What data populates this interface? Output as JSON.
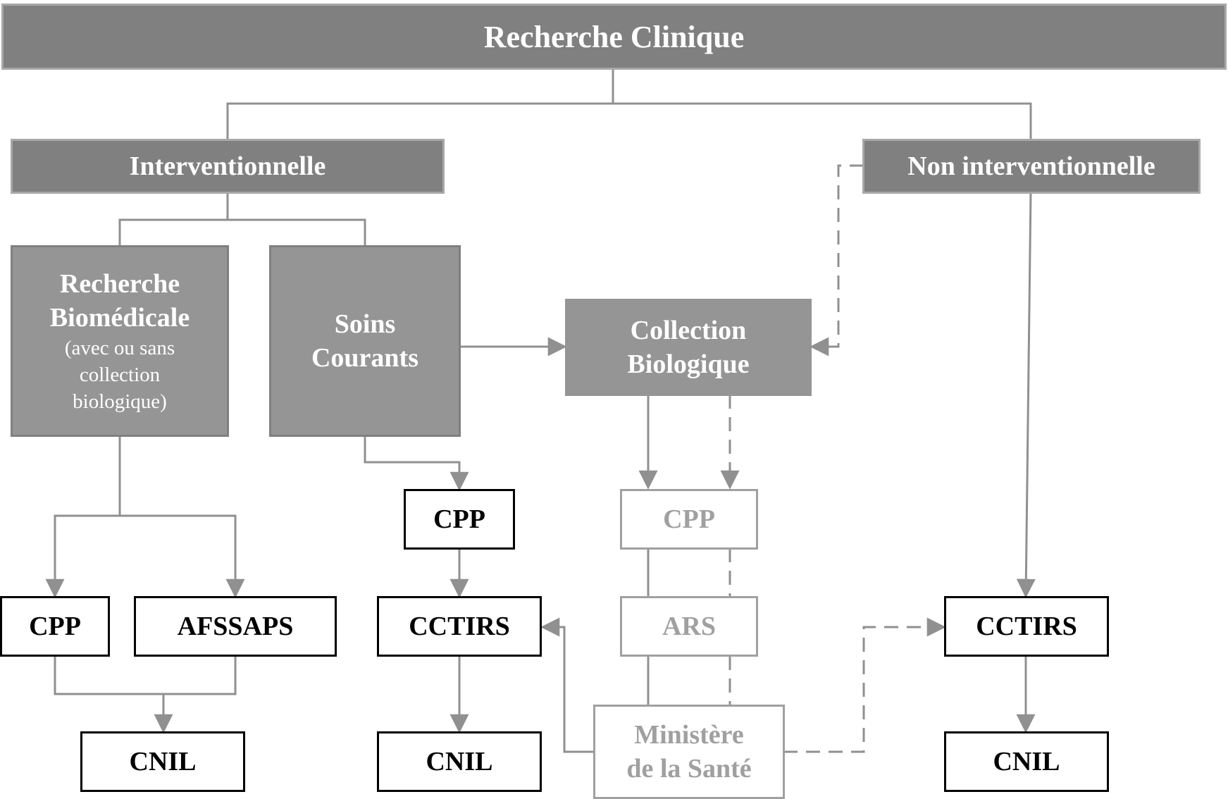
{
  "title": "Recherche Clinique",
  "branches": {
    "interventionnelle": "Interventionnelle",
    "non_interventionnelle": "Non interventionnelle"
  },
  "categories": {
    "recherche_biomedicale": {
      "line1": "Recherche",
      "line2": "Biomédicale",
      "note1": "(avec ou sans",
      "note2": "collection",
      "note3": "biologique)"
    },
    "soins_courants": {
      "line1": "Soins",
      "line2": "Courants"
    },
    "collection_biologique": {
      "line1": "Collection",
      "line2": "Biologique"
    }
  },
  "bodies": {
    "cpp_biomed": "CPP",
    "afssaps": "AFSSAPS",
    "cnil_biomed": "CNIL",
    "cpp_soins": "CPP",
    "cctirs_soins": "CCTIRS",
    "cnil_soins": "CNIL",
    "cpp_collection": "CPP",
    "ars": "ARS",
    "ministere_line1": "Ministère",
    "ministere_line2": "de la Santé",
    "cctirs_non": "CCTIRS",
    "cnil_non": "CNIL"
  },
  "colors": {
    "header_fill": "#808080",
    "node_fill": "#959595",
    "connector": "#909090",
    "faded_text": "#a0a0a0",
    "outline_black": "#000000"
  }
}
